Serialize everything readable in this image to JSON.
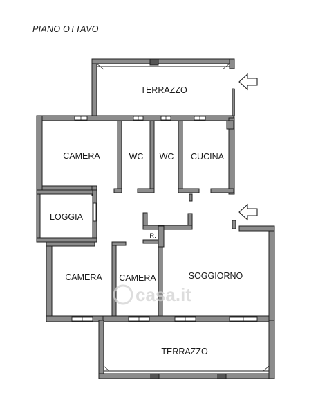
{
  "floor_title": "PIANO OTTAVO",
  "watermark": "casa.it",
  "rooms": {
    "terrazzo_top": "TERRAZZO",
    "camera_top": "CAMERA",
    "wc_1": "WC",
    "wc_2": "WC",
    "cucina": "CUCINA",
    "loggia": "LOGGIA",
    "ripostiglio": "R.",
    "camera_bottom_left": "CAMERA",
    "camera_bottom_mid": "CAMERA",
    "soggiorno": "SOGGIORNO",
    "terrazzo_bottom": "TERRAZZO"
  },
  "colors": {
    "wall": "#8c8c8c",
    "wall_outline": "#1f1f1f",
    "window": "#555555",
    "text": "#1a1a1a",
    "watermark": "#d2d2d2"
  },
  "icons": [
    "entrance-arrow-icon",
    "entrance-arrow-icon"
  ]
}
